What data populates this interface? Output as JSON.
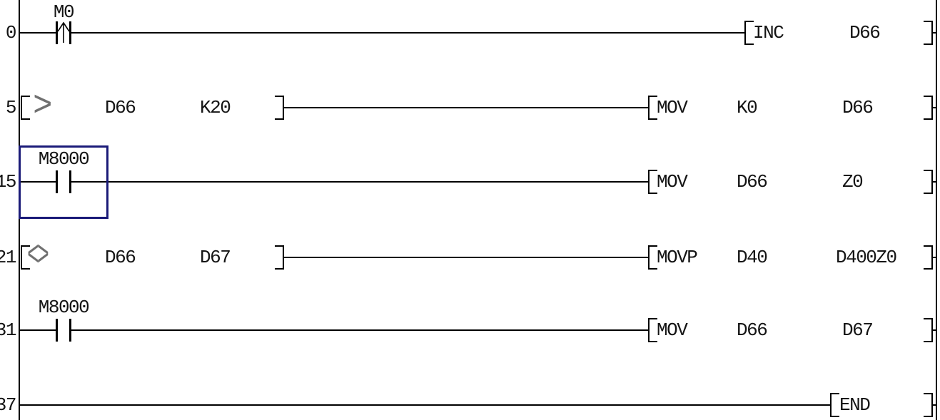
{
  "diagram": {
    "type": "plc-ladder-logic",
    "background_color": "#ffffff",
    "line_color": "#000000",
    "selection_cursor_color": "#1a1a78"
  },
  "rungs": [
    {
      "step": "0",
      "contact": {
        "device": "M0",
        "type": "rising-edge-pulse"
      },
      "instruction": {
        "name": "INC",
        "operands": [
          "D66"
        ]
      }
    },
    {
      "step": "5",
      "compare": {
        "operator": ">",
        "operand1": "D66",
        "operand2": "K20"
      },
      "instruction": {
        "name": "MOV",
        "operands": [
          "K0",
          "D66"
        ]
      }
    },
    {
      "step": "15",
      "contact": {
        "device": "M8000",
        "type": "normally-open",
        "selected": true
      },
      "instruction": {
        "name": "MOV",
        "operands": [
          "D66",
          "Z0"
        ]
      }
    },
    {
      "step": "21",
      "compare": {
        "operator": "<>",
        "operand1": "D66",
        "operand2": "D67"
      },
      "instruction": {
        "name": "MOVP",
        "operands": [
          "D40",
          "D400Z0"
        ]
      }
    },
    {
      "step": "31",
      "contact": {
        "device": "M8000",
        "type": "normally-open"
      },
      "instruction": {
        "name": "MOV",
        "operands": [
          "D66",
          "D67"
        ]
      }
    },
    {
      "step": "37",
      "instruction": {
        "name": "END",
        "operands": []
      }
    }
  ]
}
